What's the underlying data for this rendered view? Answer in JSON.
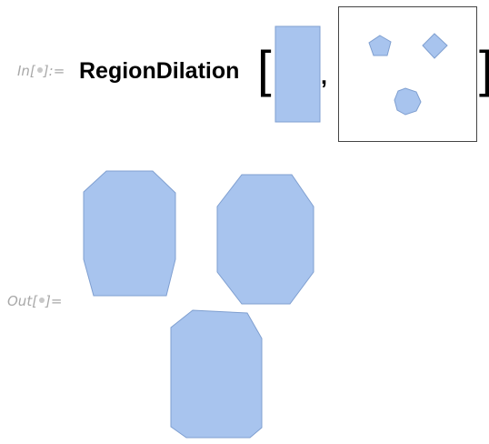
{
  "input_cell": {
    "label_prefix": "In[",
    "label_suffix": "]:=",
    "function_name": "RegionDilation",
    "open_bracket": "[",
    "comma": ",",
    "close_bracket": "]"
  },
  "output_cell": {
    "label_prefix": "Out[",
    "label_suffix": "]="
  },
  "colors": {
    "region_fill": "#a8c4ee",
    "region_stroke": "#7f9fd0",
    "frame": "#444444"
  },
  "icons": [
    "rectangle-region-icon",
    "pentagon-region-icon",
    "diamond-region-icon",
    "heptagon-region-icon",
    "dilated-region-icon"
  ]
}
